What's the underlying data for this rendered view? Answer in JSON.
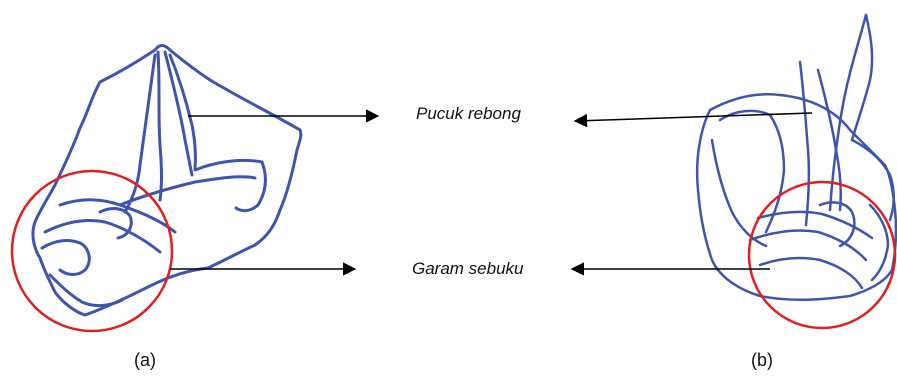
{
  "labels": {
    "top": "Pucuk rebong",
    "bottom": "Garam sebuku",
    "left_caption": "(a)",
    "right_caption": "(b)"
  },
  "colors": {
    "sketch_stroke": "#3f55ad",
    "highlight_circle": "#e02020",
    "arrow": "#000000",
    "text": "#111111"
  },
  "icons": {
    "arrowhead": "filled-triangle"
  }
}
